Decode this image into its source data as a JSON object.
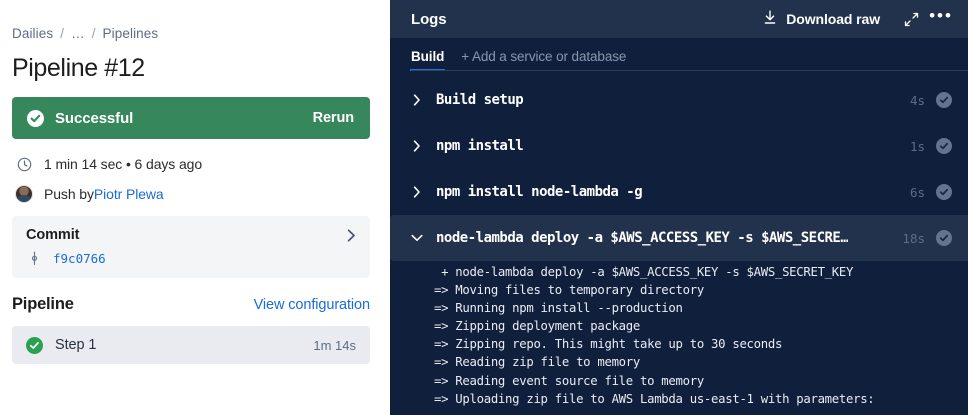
{
  "left": {
    "breadcrumb": {
      "root": "Dailies",
      "middle": "…",
      "current": "Pipelines",
      "separator": "/"
    },
    "page_title": "Pipeline #12",
    "status": {
      "label": "Successful",
      "action": "Rerun",
      "color": "#36875b",
      "icon": "check-circle-icon"
    },
    "duration_meta": "1 min 14 sec • 6 days ago",
    "duration_icon": "clock-icon",
    "push": {
      "prefix": "Push by ",
      "author": "Piotr Plewa"
    },
    "commit": {
      "title": "Commit",
      "hash": "f9c0766",
      "branch_icon": "branch-icon",
      "chevron_icon": "chevron-right-icon"
    },
    "pipeline": {
      "title": "Pipeline",
      "view_config": "View configuration",
      "steps": [
        {
          "label": "Step 1",
          "time": "1m 14s",
          "status_color": "#2aa14e"
        }
      ]
    }
  },
  "logs": {
    "title": "Logs",
    "download_label": "Download raw",
    "download_icon": "download-icon",
    "expand_icon": "expand-icon",
    "more_icon": "ellipsis-icon",
    "accent_color": "#2d6fe0",
    "tabs": [
      {
        "label": "Build",
        "active": true
      },
      {
        "label": "+ Add a service or database",
        "active": false
      }
    ],
    "steps": [
      {
        "name": "Build setup",
        "time": "4s",
        "expanded": false,
        "chevron": "chevron-right-icon"
      },
      {
        "name": "npm install",
        "time": "1s",
        "expanded": false,
        "chevron": "chevron-right-icon"
      },
      {
        "name": "npm install node-lambda -g",
        "time": "6s",
        "expanded": false,
        "chevron": "chevron-right-icon"
      },
      {
        "name": "node-lambda deploy -a $AWS_ACCESS_KEY -s $AWS_SECRE…",
        "time": "18s",
        "expanded": true,
        "chevron": "chevron-down-icon"
      }
    ],
    "output_lines": [
      " + node-lambda deploy -a $AWS_ACCESS_KEY -s $AWS_SECRET_KEY",
      "=> Moving files to temporary directory",
      "=> Running npm install --production",
      "=> Zipping deployment package",
      "=> Zipping repo. This might take up to 30 seconds",
      "=> Reading zip file to memory",
      "=> Reading event source file to memory",
      "=> Uploading zip file to AWS Lambda us-east-1 with parameters:"
    ]
  }
}
